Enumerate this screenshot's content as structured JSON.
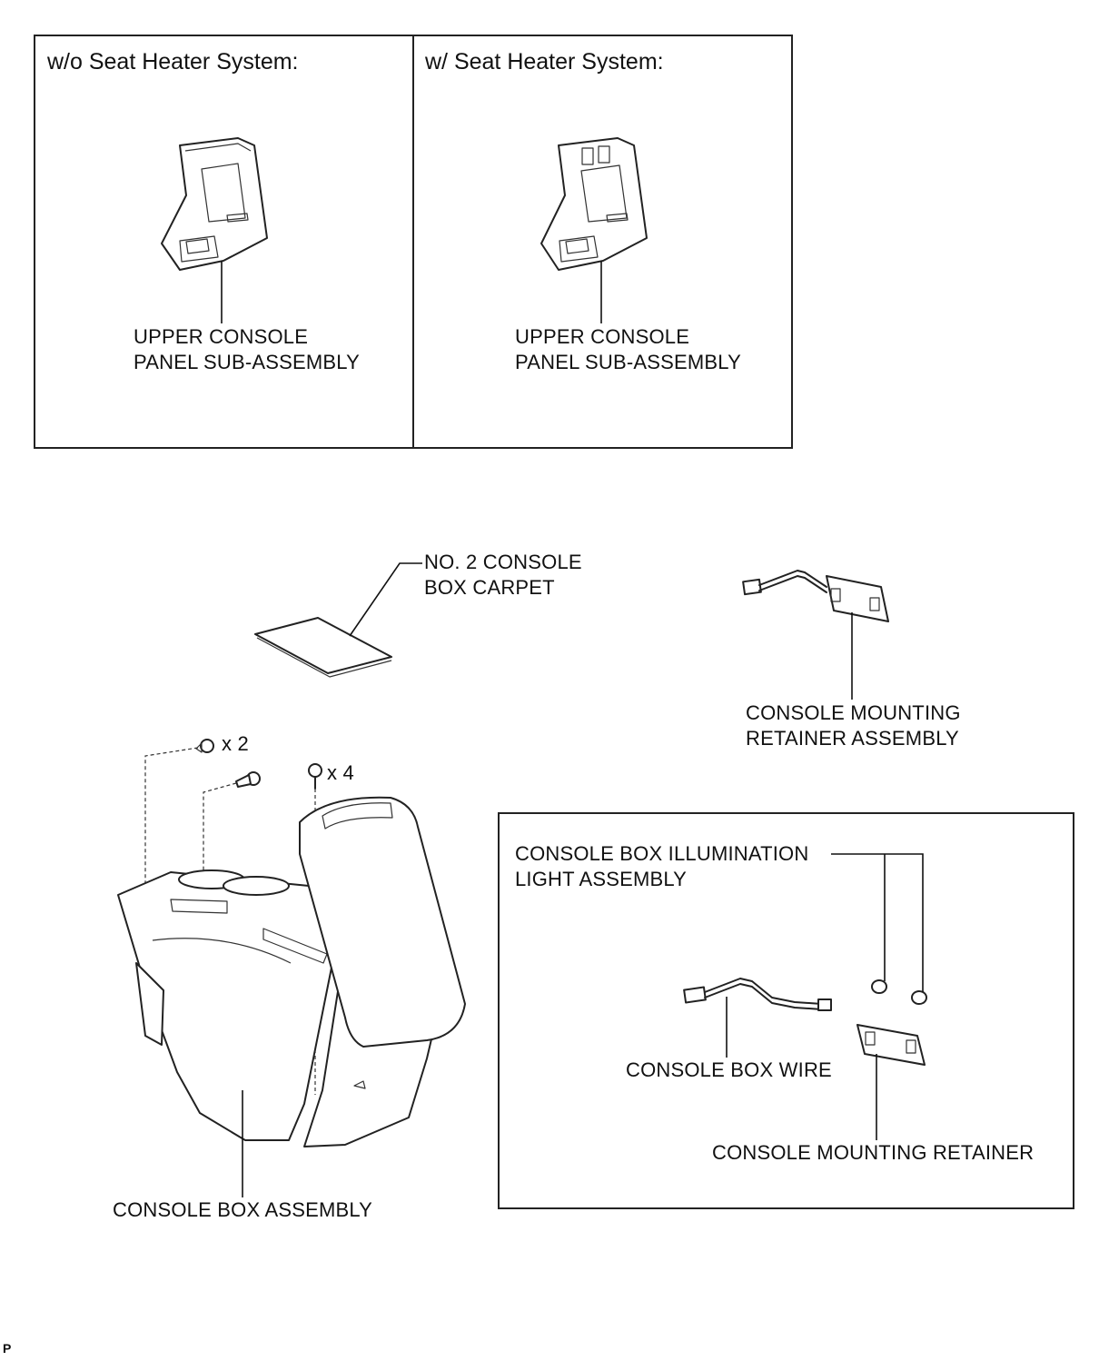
{
  "panels": {
    "left": {
      "heading": "w/o Seat Heater System:",
      "part_label": "UPPER CONSOLE\nPANEL SUB-ASSEMBLY"
    },
    "right": {
      "heading": "w/ Seat Heater System:",
      "part_label": "UPPER CONSOLE\nPANEL SUB-ASSEMBLY"
    }
  },
  "parts": {
    "carpet": "NO. 2 CONSOLE\nBOX CARPET",
    "retainer_assembly": "CONSOLE MOUNTING\nRETAINER ASSEMBLY",
    "console_box": "CONSOLE BOX ASSEMBLY",
    "clip_qty": "x 2",
    "screw_qty": "x 4"
  },
  "detail_box": {
    "illumination_light": "CONSOLE BOX ILLUMINATION\nLIGHT ASSEMBLY",
    "wire": "CONSOLE BOX WIRE",
    "retainer": "CONSOLE MOUNTING RETAINER"
  },
  "corner_mark": "P"
}
